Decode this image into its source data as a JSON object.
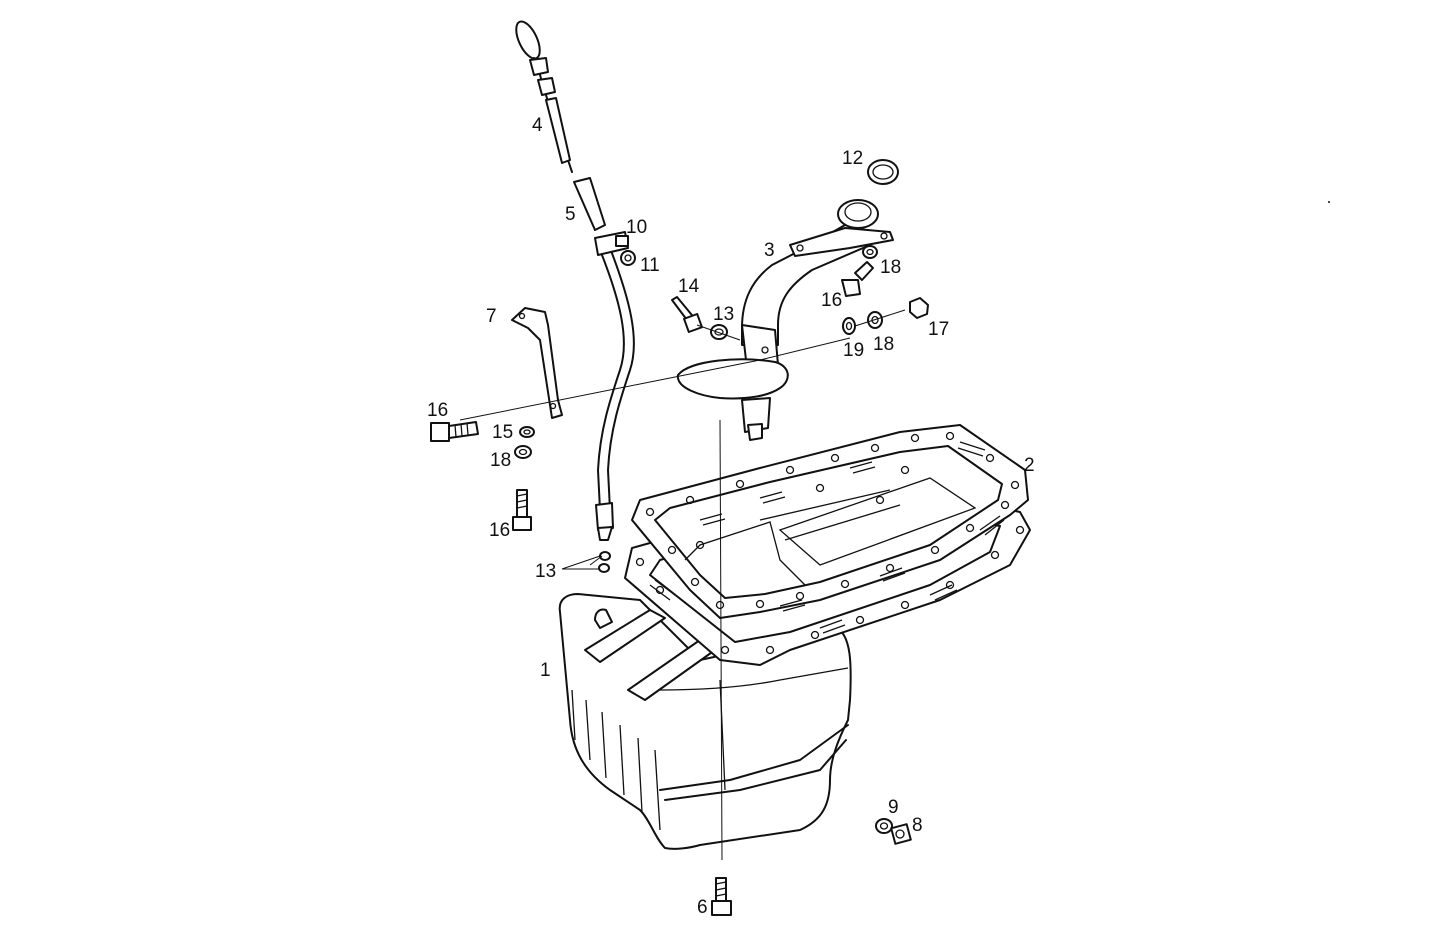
{
  "callouts": [
    {
      "id": "c1",
      "text": "1",
      "part": "oil-pan"
    },
    {
      "id": "c2",
      "text": "2",
      "part": "oil-pan-gasket"
    },
    {
      "id": "c3",
      "text": "3",
      "part": "oil-filler-neck"
    },
    {
      "id": "c4",
      "text": "4",
      "part": "dipstick"
    },
    {
      "id": "c5",
      "text": "5",
      "part": "dipstick-tube"
    },
    {
      "id": "c6",
      "text": "6",
      "part": "bolt"
    },
    {
      "id": "c7",
      "text": "7",
      "part": "bracket"
    },
    {
      "id": "c8",
      "text": "8",
      "part": "drain-plug"
    },
    {
      "id": "c9",
      "text": "9",
      "part": "sealing-ring"
    },
    {
      "id": "c10",
      "text": "10",
      "part": "clamp"
    },
    {
      "id": "c11",
      "text": "11",
      "part": "nut"
    },
    {
      "id": "c12",
      "text": "12",
      "part": "o-ring"
    },
    {
      "id": "c13a",
      "text": "13",
      "part": "washer"
    },
    {
      "id": "c13b",
      "text": "13",
      "part": "washer"
    },
    {
      "id": "c14",
      "text": "14",
      "part": "bolt"
    },
    {
      "id": "c15",
      "text": "15",
      "part": "washer"
    },
    {
      "id": "c16a",
      "text": "16",
      "part": "bolt"
    },
    {
      "id": "c16b",
      "text": "16",
      "part": "bolt"
    },
    {
      "id": "c16c",
      "text": "16",
      "part": "bolt"
    },
    {
      "id": "c17",
      "text": "17",
      "part": "nut"
    },
    {
      "id": "c18a",
      "text": "18",
      "part": "washer"
    },
    {
      "id": "c18b",
      "text": "18",
      "part": "washer"
    },
    {
      "id": "c18c",
      "text": "18",
      "part": "washer"
    },
    {
      "id": "c19",
      "text": "19",
      "part": "washer"
    }
  ]
}
